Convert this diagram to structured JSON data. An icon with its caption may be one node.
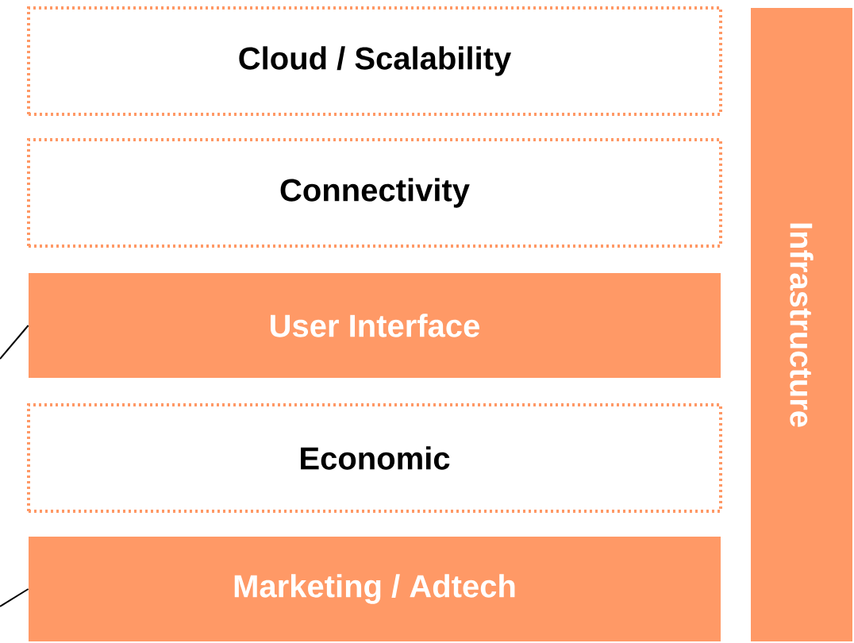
{
  "diagram": {
    "nodes": [
      {
        "text": [
          "Cloud / Scalability"
        ]
      },
      {
        "text": [
          "Connectivity"
        ]
      },
      {
        "text": [
          "User Interface"
        ]
      },
      {
        "text": [
          "Economic"
        ]
      },
      {
        "text": [
          "Marketing / Adtech"
        ]
      },
      {
        "text": [
          "Infrastructure"
        ]
      }
    ],
    "edges": [
      {
        "from": null,
        "to": 2,
        "arrow": "none"
      },
      {
        "from": null,
        "to": 4,
        "arrow": "none"
      }
    ]
  }
}
